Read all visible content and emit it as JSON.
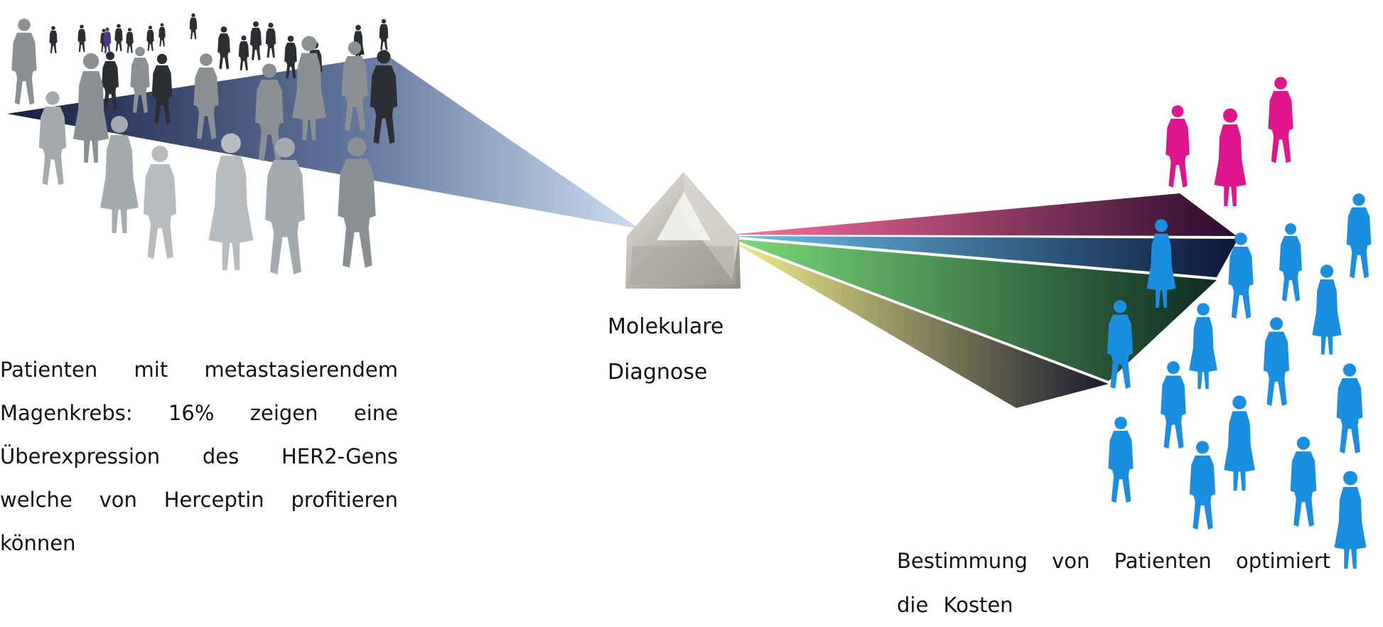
{
  "diagram": {
    "left_caption": [
      "Patienten mit metastasierendem",
      "Magenkrebs: 16% zeigen eine",
      "Überexpression des HER2-Gens",
      "welche von Herceptin profitieren",
      "können"
    ],
    "center_label": [
      "Molekulare",
      "Diagnose"
    ],
    "right_caption": [
      "Bestimmung von Patienten optimiert",
      "die Kosten"
    ],
    "beam_colors": [
      "#e0407a",
      "#3a9ac8",
      "#5cc060",
      "#e6e060"
    ],
    "colors": {
      "crowd_gray": "#8a9094",
      "crowd_dark": "#2b2f33",
      "crowd_light": "#b8bcbf",
      "incoming_beam": "#a9c4e0",
      "group_magenta": "#e0148c",
      "group_blue": "#1a8ee0"
    }
  }
}
